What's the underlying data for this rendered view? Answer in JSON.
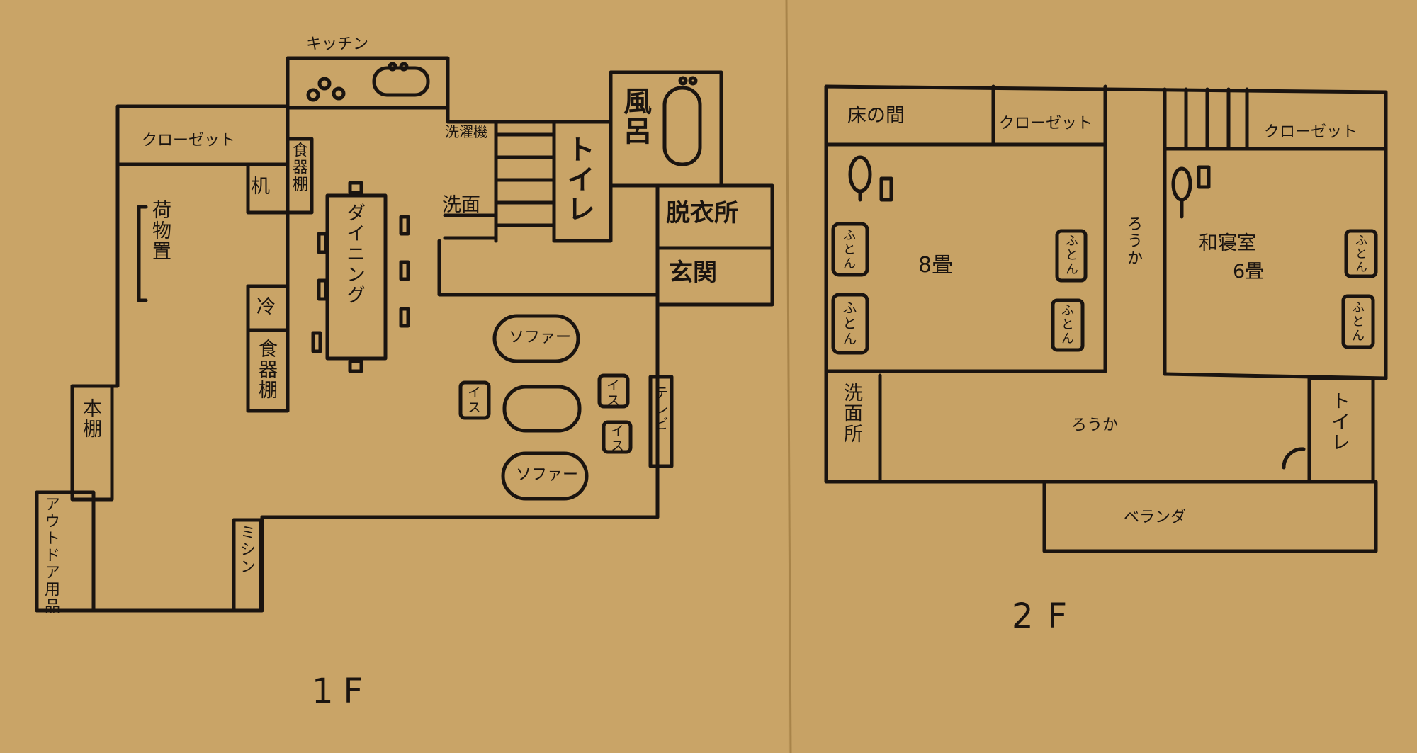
{
  "first_floor": {
    "floor_label": "1F",
    "rooms": {
      "kitchen": "キッチン",
      "closet": "クローゼット",
      "desk": "机",
      "cupboard_top": "食器棚",
      "storage": "荷物置",
      "dining": "ダイニング",
      "fridge": "冷",
      "cupboard_bottom": "食器棚",
      "bookshelf": "本棚",
      "outdoor_goods": "アウトドア用品",
      "sewing": "ミシン",
      "laundry": "洗濯機",
      "washbasin": "洗面",
      "toilet": "トイレ",
      "bath": "風呂",
      "dressing": "脱衣所",
      "entrance": "玄関",
      "sofa_top": "ソファー",
      "sofa_bottom": "ソファー",
      "chair_left": "イス",
      "chair_right_top": "イス",
      "chair_right_bottom": "イス",
      "tv": "テレビ"
    }
  },
  "second_floor": {
    "floor_label": "2F",
    "rooms": {
      "alcove": "床の間",
      "closet_left": "クローゼット",
      "closet_right": "クローゼット",
      "room_8": "8畳",
      "hall_vertical": "ろうか",
      "bedroom_label": "和寝室",
      "bedroom_size": "6畳",
      "futon_1": "ふとん",
      "futon_2": "ふとん",
      "futon_3": "ふとん",
      "futon_4": "ふとん",
      "futon_5": "ふとん",
      "futon_6": "ふとん",
      "washroom": "洗面所",
      "hall_horizontal": "ろうか",
      "toilet": "トイレ",
      "veranda": "ベランダ"
    }
  },
  "colors": {
    "paper": "#c9a467",
    "ink": "#1a1410"
  }
}
